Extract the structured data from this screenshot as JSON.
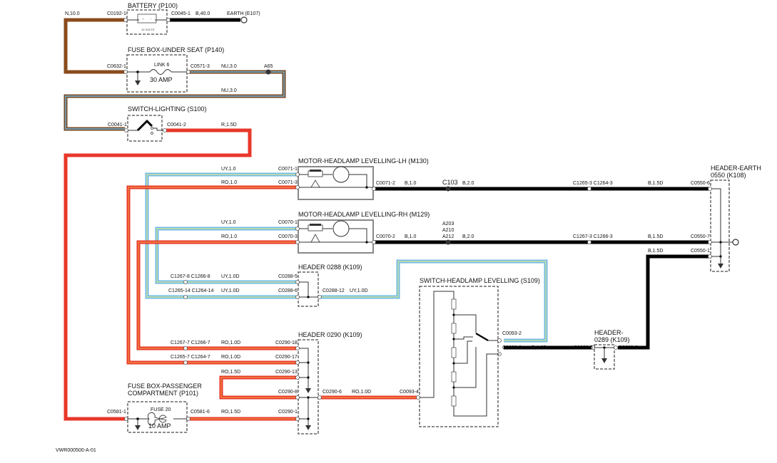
{
  "diagram": {
    "reference": "VWR000500-A-01",
    "wire_colors": {
      "N": "#8a4b1c",
      "B": "#000000",
      "NU": [
        "#7a4a22",
        "#6fb8e0"
      ],
      "R": "#e8372a",
      "RO": [
        "#e8372a",
        "#f39a4a"
      ],
      "UY": [
        "#6fbbe8",
        "#e6e98a"
      ]
    },
    "components": {
      "battery": {
        "title": "BATTERY (P100)",
        "rating": "12 VOLTS",
        "plus": "+",
        "minus": "−"
      },
      "earth_e107": {
        "title": "EARTH (E107)"
      },
      "fuse_under_seat": {
        "title": "FUSE BOX-UNDER SEAT (P140)",
        "fuse": "LINK 6",
        "rating": "30 AMP"
      },
      "switch_lighting": {
        "title": "SWITCH-LIGHTING (S100)"
      },
      "motor_lh": {
        "title": "MOTOR-HEADLAMP LEVELLING-LH (M130)"
      },
      "motor_rh": {
        "title": "MOTOR-HEADLAMP LEVELLING-RH (M129)"
      },
      "header_earth": {
        "title_line1": "HEADER-EARTH",
        "title_line2": "0550 (K108)"
      },
      "header_0288": {
        "title": "HEADER 0288 (K109)"
      },
      "switch_levelling": {
        "title": "SWITCH-HEADLAMP LEVELLING (S109)"
      },
      "header_0290": {
        "title": "HEADER 0290 (K109)"
      },
      "header_0289": {
        "title_line1": "HEADER-",
        "title_line2": "0289 (K109)"
      },
      "fuse_passenger": {
        "title_line1": "FUSE BOX-PASSENGER",
        "title_line2": "COMPARTMENT (P101)",
        "fuse": "FUSE 20",
        "rating": "10 AMP"
      }
    },
    "labels": {
      "n10": "N,10.0",
      "c0192_1": "C0192-1",
      "c0045_1": "C0045-1",
      "b40": "B,40.0",
      "c0632_1": "C0632-1",
      "c0571_3": "C0571-3",
      "nu3_a": "NU,3.0",
      "a65": "A65",
      "nu3_b": "NU,3.0",
      "c0041_1": "C0041-1",
      "c0041_2": "C0041-2",
      "r15d": "R,1.5D",
      "uy10_lh": "UY,1.0",
      "c0071_1": "C0071-1",
      "ro10_lh": "RO,1.0",
      "c0071_3": "C0071-3",
      "c0071_2": "C0071-2",
      "b10_lh": "B,1.0",
      "c103": "C103",
      "b20_lh": "B,2.0",
      "c1265_3": "C1265-3 C1264-3",
      "b15d_1": "B,1.5D",
      "c0550_6": "C0550-6",
      "uy10_rh": "UY,1.0",
      "c0070_1": "C0070-1",
      "ro10_rh": "RO,1.0",
      "c0070_3": "C0070-3",
      "c0070_2": "C0070-2",
      "b10_rh": "B,1.0",
      "a203": "A203",
      "a210": "A210",
      "a212": "A212",
      "b20_rh": "B,2.0",
      "c1267_3": "C1267-3 C1266-3",
      "b15d_2": "B,1.5D",
      "c0550_7": "C0550-7",
      "b15d_3": "B,1.5D",
      "c0550_1": "C0550-1",
      "c1267_8": "C1267-8 C1266-8",
      "uy10d_a": "UY,1.0D",
      "c0288_5": "C0288-5",
      "c1265_14": "C1265-14 C1264-14",
      "uy10d_b": "UY,1.0D",
      "c0288_6": "C0288-6",
      "c0288_12": "C0288-12",
      "uy10d_c": "UY,1.0D",
      "c0093_2": "C0093-2",
      "c0093_3": "C0093-3",
      "b10d": "B,1.0D",
      "c0289_5": "C0289-5",
      "c0289_2": "C0289-2",
      "c1267_7": "C1267-7 C1266-7",
      "ro10d_a": "RO,1.0D",
      "c0290_18": "C0290-18",
      "c1265_7": "C1265-7 C1264-7",
      "ro10d_b": "RO,1.0D",
      "c0290_17": "C0290-17",
      "ro15d_a": "RO,1.5D",
      "c0290_13": "C0290-13",
      "c0290_8": "C0290-8",
      "c0290_6": "C0290-6",
      "ro10d_c": "RO,1.0D",
      "c0093_4": "C0093-4",
      "c0581_1": "C0581-1",
      "c0581_6": "C0581-6",
      "ro15d_b": "RO,1.5D",
      "c0290_1": "C0290-1"
    }
  }
}
